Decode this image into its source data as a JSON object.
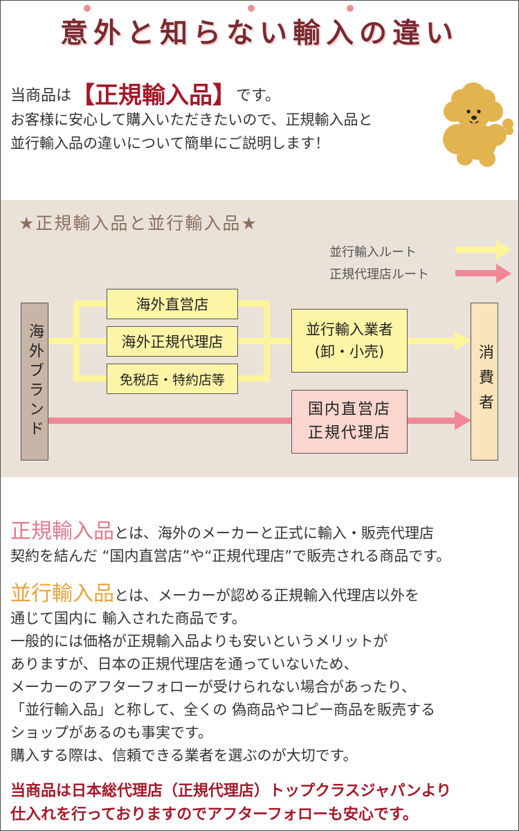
{
  "header": {
    "title": "意外と知らない輸入の違い"
  },
  "intro": {
    "line1_pre": "当商品は",
    "line1_highlight": "【正規輸入品】",
    "line1_post": "です。",
    "line2": "お客様に安心して購入いただきたいので、正規輸入品と",
    "line3": "並行輸入品の違いについて簡単にご説明します！"
  },
  "diagram": {
    "title": "★正規輸入品と並行輸入品★",
    "legend": {
      "parallel_route": "並行輸入ルート",
      "official_route": "正規代理店ルート"
    },
    "brand": "海外ブランド",
    "channels": [
      "海外直営店",
      "海外正規代理店",
      "免税店・特約店等"
    ],
    "parallel_dealer_line1": "並行輸入業者",
    "parallel_dealer_line2": "(卸・小売)",
    "domestic_line1": "国内直営店",
    "domestic_line2": "正規代理店",
    "consumer": "消費者",
    "colors": {
      "parallel_route": "#fdf59a",
      "official_route": "#ef8797",
      "band": "#eae2d9"
    }
  },
  "official": {
    "keyword": "正規輸入品",
    "line1_rest": "とは、海外のメーカーと正式に輸入・販売代理店",
    "line2": "契約を結んだ “国内直営店”や“正規代理店”で販売される商品です。"
  },
  "parallel": {
    "keyword": "並行輸入品",
    "line1_rest": "とは、メーカーが認める正規輸入代理店以外を",
    "lines": [
      "通じて国内に 輸入された商品です。",
      "一般的には価格が正規輸入品よりも安いというメリットが",
      "ありますが、日本の正規代理店を通っていないため、",
      "メーカーのアフターフォローが受けられない場合があったり、",
      "「並行輸入品」と称して、全くの 偽商品やコピー商品を販売する",
      "ショップがあるのも事実です。",
      "購入する際は、信頼できる業者を選ぶのが大切です。"
    ]
  },
  "closing": {
    "line1": "当商品は日本総代理店（正規代理店）トップクラスジャパンより",
    "line2": "仕入れを行っておりますのでアフターフォローも安心です。"
  }
}
